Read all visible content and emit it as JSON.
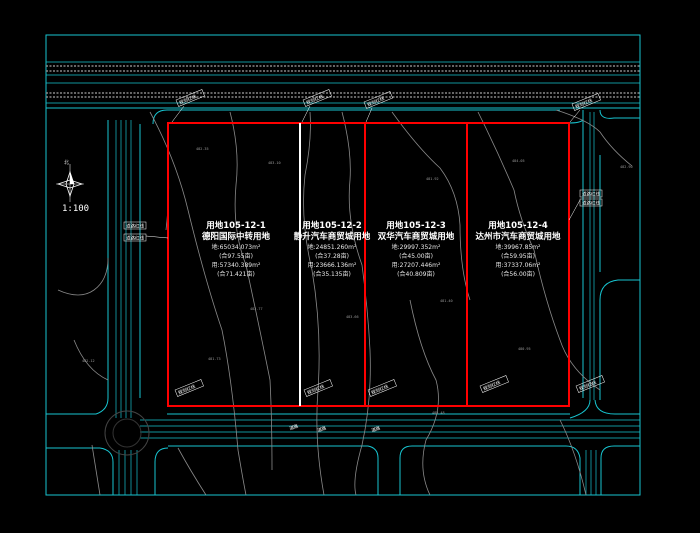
{
  "drawing": {
    "scale_label": "1:100",
    "frame_color": "#17c4d0",
    "parcel_color": "#ff0000",
    "divider_color": "#ffffff",
    "contour_color": "#8a8a8a",
    "north_arrow_icon": "north-arrow-icon"
  },
  "parcels": [
    {
      "id": "parcel-1",
      "title": "用地105-12-1",
      "name": "德阳国际中转用地",
      "area_line1": "地:65034.073m²",
      "area_line2": "(合97.55亩)",
      "area_line3": "用:57340.389m²",
      "area_line4": "(合71.421亩)"
    },
    {
      "id": "parcel-2",
      "title": "用地105-12-2",
      "name": "静升汽车商贸城用地",
      "area_line1": "地:24851.260m²",
      "area_line2": "(合37.28亩)",
      "area_line3": "用:23666.136m²",
      "area_line4": "(合35.135亩)"
    },
    {
      "id": "parcel-3",
      "title": "用地105-12-3",
      "name": "双华汽车商贸城用地",
      "area_line1": "地:29997.352m²",
      "area_line2": "(合45.00亩)",
      "area_line3": "用:27207.446m²",
      "area_line4": "(合40.809亩)"
    },
    {
      "id": "parcel-4",
      "title": "用地105-12-4",
      "name": "达州市汽车商贸城用地",
      "area_line1": "地:39967.85m²",
      "area_line2": "(合59.95亩)",
      "area_line3": "用:37337.06m²",
      "area_line4": "(合56.00亩)"
    }
  ],
  "boundary_tags": [
    {
      "id": "tag-top-1",
      "text": "规划红线"
    },
    {
      "id": "tag-top-2",
      "text": "规划红线"
    },
    {
      "id": "tag-top-3",
      "text": "规划红线"
    },
    {
      "id": "tag-top-4",
      "text": "规划红线"
    },
    {
      "id": "tag-bot-1",
      "text": "规划红线"
    },
    {
      "id": "tag-bot-2",
      "text": "规划红线"
    },
    {
      "id": "tag-bot-3",
      "text": "规划红线"
    },
    {
      "id": "tag-bot-4",
      "text": "规划红线"
    },
    {
      "id": "tag-bot-5",
      "text": "规划红线"
    },
    {
      "id": "tag-left",
      "text": "道路红线"
    },
    {
      "id": "tag-right",
      "text": "道路红线"
    },
    {
      "id": "road-tag-1",
      "text": "道路"
    },
    {
      "id": "road-tag-2",
      "text": "道路"
    },
    {
      "id": "road-tag-3",
      "text": "道路"
    }
  ],
  "elevations": [
    "482.35",
    "483.10",
    "481.92",
    "484.05",
    "482.77",
    "483.66",
    "481.40",
    "480.95",
    "482.12",
    "483.48",
    "481.73",
    "482.90"
  ]
}
